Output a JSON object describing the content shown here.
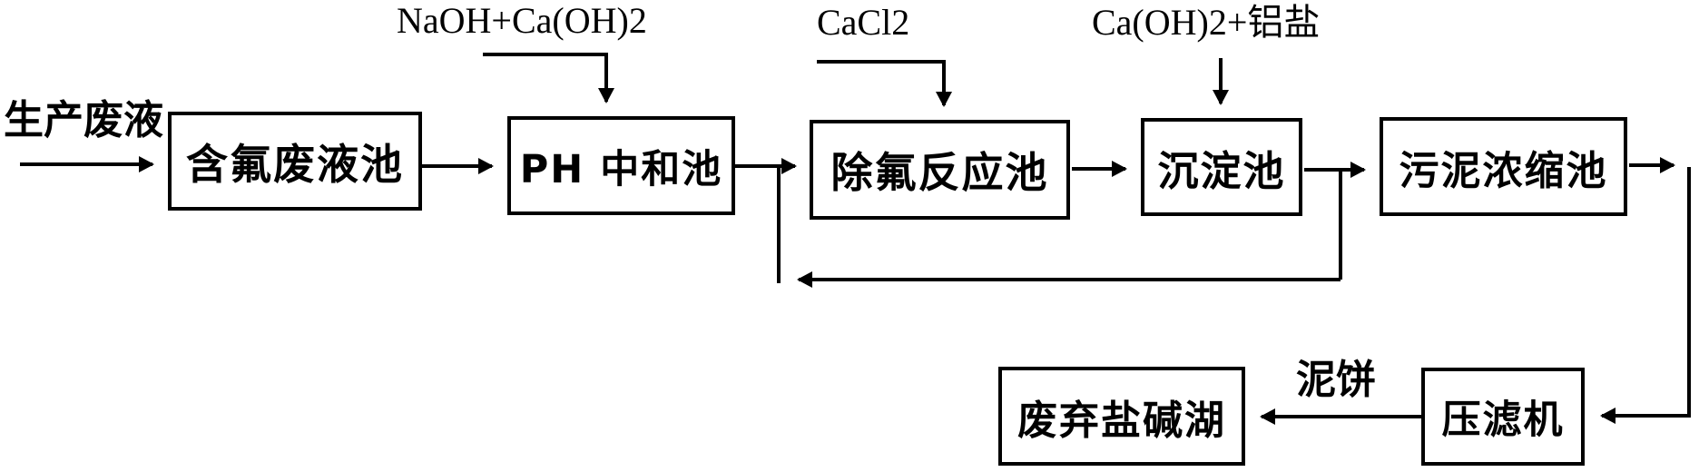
{
  "diagram_type": "process-flow-diagram",
  "colors": {
    "background": "#ffffff",
    "line": "#000000",
    "box_fill": "#ffffff",
    "box_border": "#000000",
    "text": "#000000"
  },
  "nodes": [
    {
      "id": "fluoride-waste-pool",
      "label": "含氟废液池"
    },
    {
      "id": "ph-neutralization-pool",
      "label": "PH 中和池"
    },
    {
      "id": "defluorination-reaction-pool",
      "label": "除氟反应池"
    },
    {
      "id": "sedimentation-pool",
      "label": "沉淀池"
    },
    {
      "id": "sludge-thickening-pool",
      "label": "污泥浓缩池"
    },
    {
      "id": "abandoned-salt-alkali-lake",
      "label": "废弃盐碱湖"
    },
    {
      "id": "filter-press",
      "label": "压滤机"
    }
  ],
  "stream_labels": [
    {
      "id": "production-waste-liquid",
      "text": "生产废液"
    },
    {
      "id": "naoh-caoh2",
      "text": "NaOH+Ca(OH)2"
    },
    {
      "id": "cacl2",
      "text": "CaCl2"
    },
    {
      "id": "caoh2-aluminum-salt",
      "text": "Ca(OH)2+铝盐"
    },
    {
      "id": "mud-cake",
      "text": "泥饼"
    }
  ],
  "edges": [
    {
      "from": "production-waste-liquid",
      "to": "fluoride-waste-pool",
      "type": "flow"
    },
    {
      "from": "fluoride-waste-pool",
      "to": "ph-neutralization-pool",
      "type": "flow"
    },
    {
      "from": "naoh-caoh2",
      "to": "ph-neutralization-pool",
      "type": "dosing"
    },
    {
      "from": "ph-neutralization-pool",
      "to": "defluorination-reaction-pool",
      "type": "flow"
    },
    {
      "from": "cacl2",
      "to": "defluorination-reaction-pool",
      "type": "dosing"
    },
    {
      "from": "defluorination-reaction-pool",
      "to": "sedimentation-pool",
      "type": "flow"
    },
    {
      "from": "caoh2-aluminum-salt",
      "to": "sedimentation-pool",
      "type": "dosing"
    },
    {
      "from": "sedimentation-pool",
      "to": "sludge-thickening-pool",
      "type": "flow"
    },
    {
      "from": "sludge-thickening-pool",
      "to": "filter-press",
      "type": "flow"
    },
    {
      "from": "filter-press",
      "to": "abandoned-salt-alkali-lake",
      "type": "flow",
      "label": "泥饼"
    },
    {
      "from": "sedimentation-pool-outlet-line",
      "to": "defluorination-reaction-pool-inlet-line",
      "type": "recycle-return"
    }
  ]
}
